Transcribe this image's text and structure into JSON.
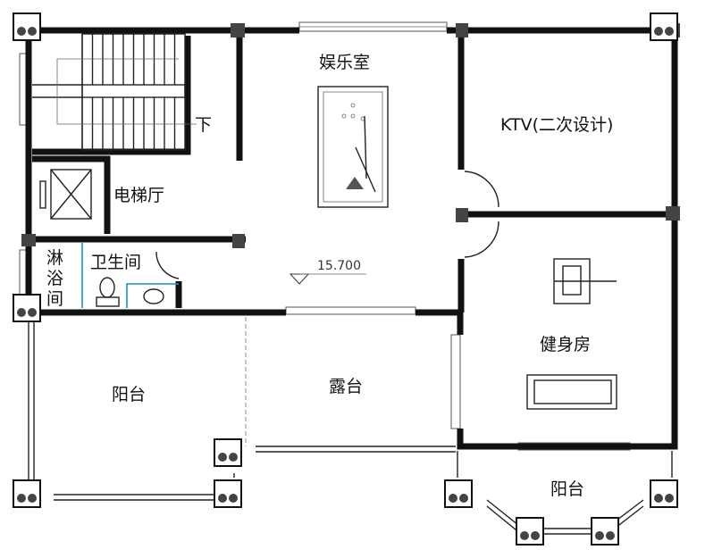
{
  "title": "Floor plan",
  "rooms": {
    "entertainment": "娱乐室",
    "ktv": "KTV(二次设计)",
    "elevator_hall": "电梯厅",
    "stair_down": "下",
    "shower": [
      "淋",
      "浴",
      "间"
    ],
    "toilet": "卫生间",
    "gym": "健身房",
    "balcony_left": "阳台",
    "terrace": "露台",
    "balcony_right": "阳台"
  },
  "elevation": "15.700",
  "colors": {
    "wall": "#111111",
    "column": "#444444",
    "plumbing": "#1a8fc9"
  }
}
